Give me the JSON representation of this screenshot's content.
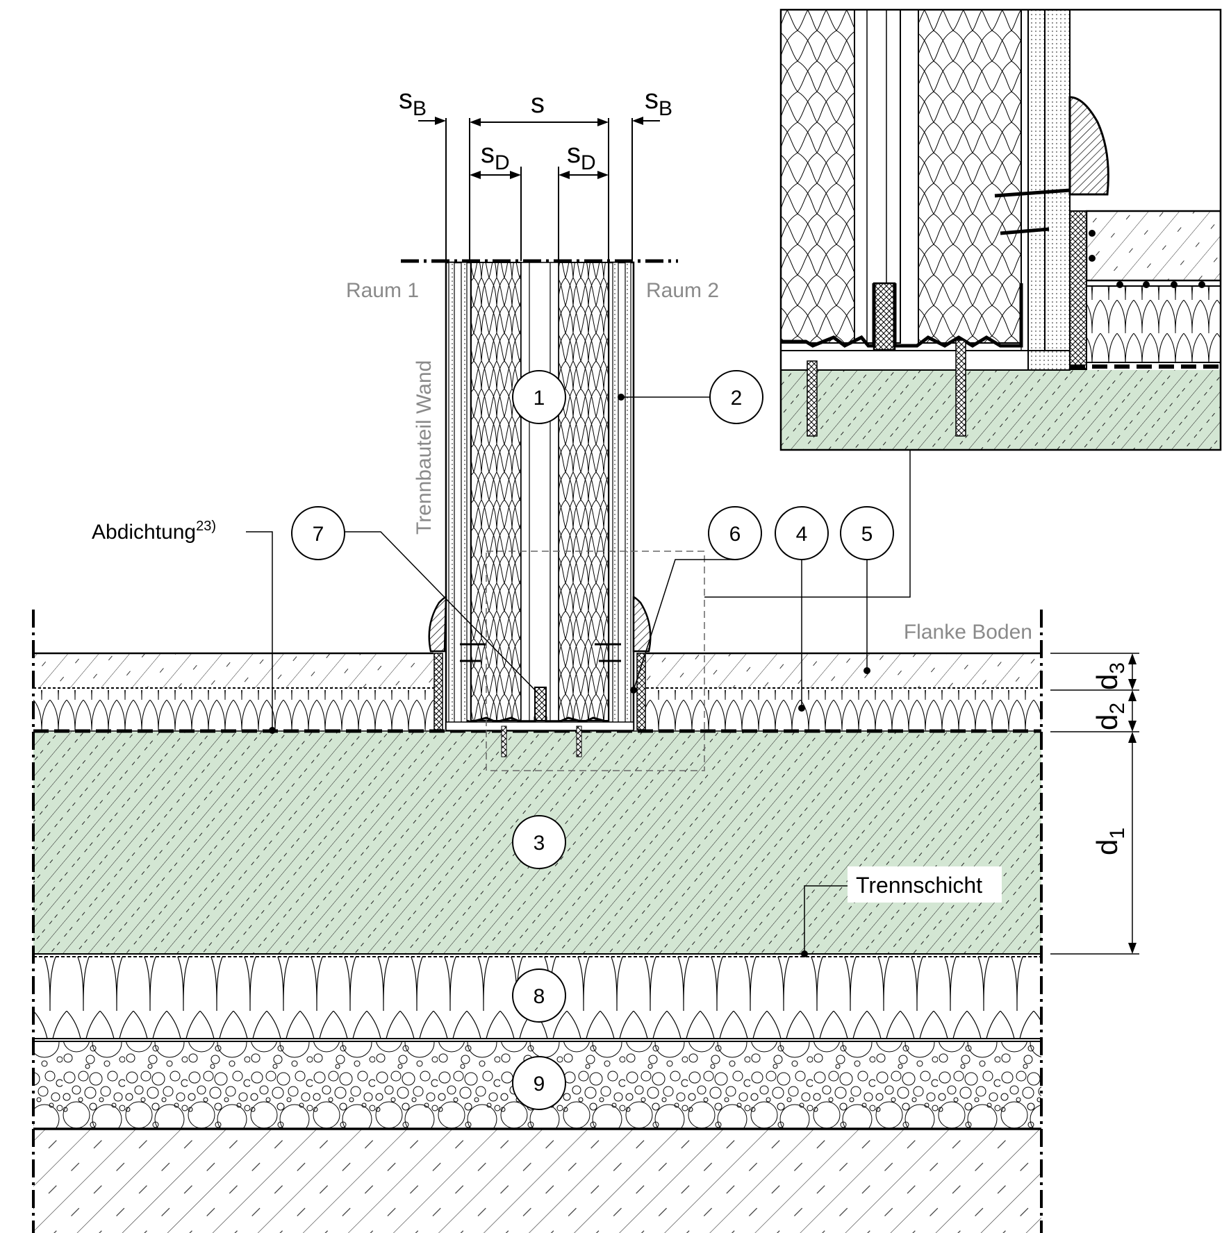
{
  "dimensions": {
    "s_b_left": "s",
    "s_b_left_sub": "B",
    "s": "s",
    "s_d_left": "s",
    "s_d_left_sub": "D",
    "s_d_right": "s",
    "s_d_right_sub": "D",
    "s_b_right": "s",
    "s_b_right_sub": "B",
    "d1": "d",
    "d1_sub": "1",
    "d2": "d",
    "d2_sub": "2",
    "d3": "d",
    "d3_sub": "3"
  },
  "labels": {
    "raum1": "Raum 1",
    "raum2": "Raum 2",
    "trennbauteil": "Trennbauteil Wand",
    "abdichtung": "Abdichtung",
    "abdichtung_note": "23)",
    "flanke_boden": "Flanke Boden",
    "trennschicht": "Trennschicht"
  },
  "callouts": [
    "1",
    "2",
    "3",
    "4",
    "5",
    "6",
    "7",
    "8",
    "9"
  ],
  "colors": {
    "concrete": "#d3e6d3",
    "line": "#000000",
    "grey_text": "#8a8a8a"
  }
}
